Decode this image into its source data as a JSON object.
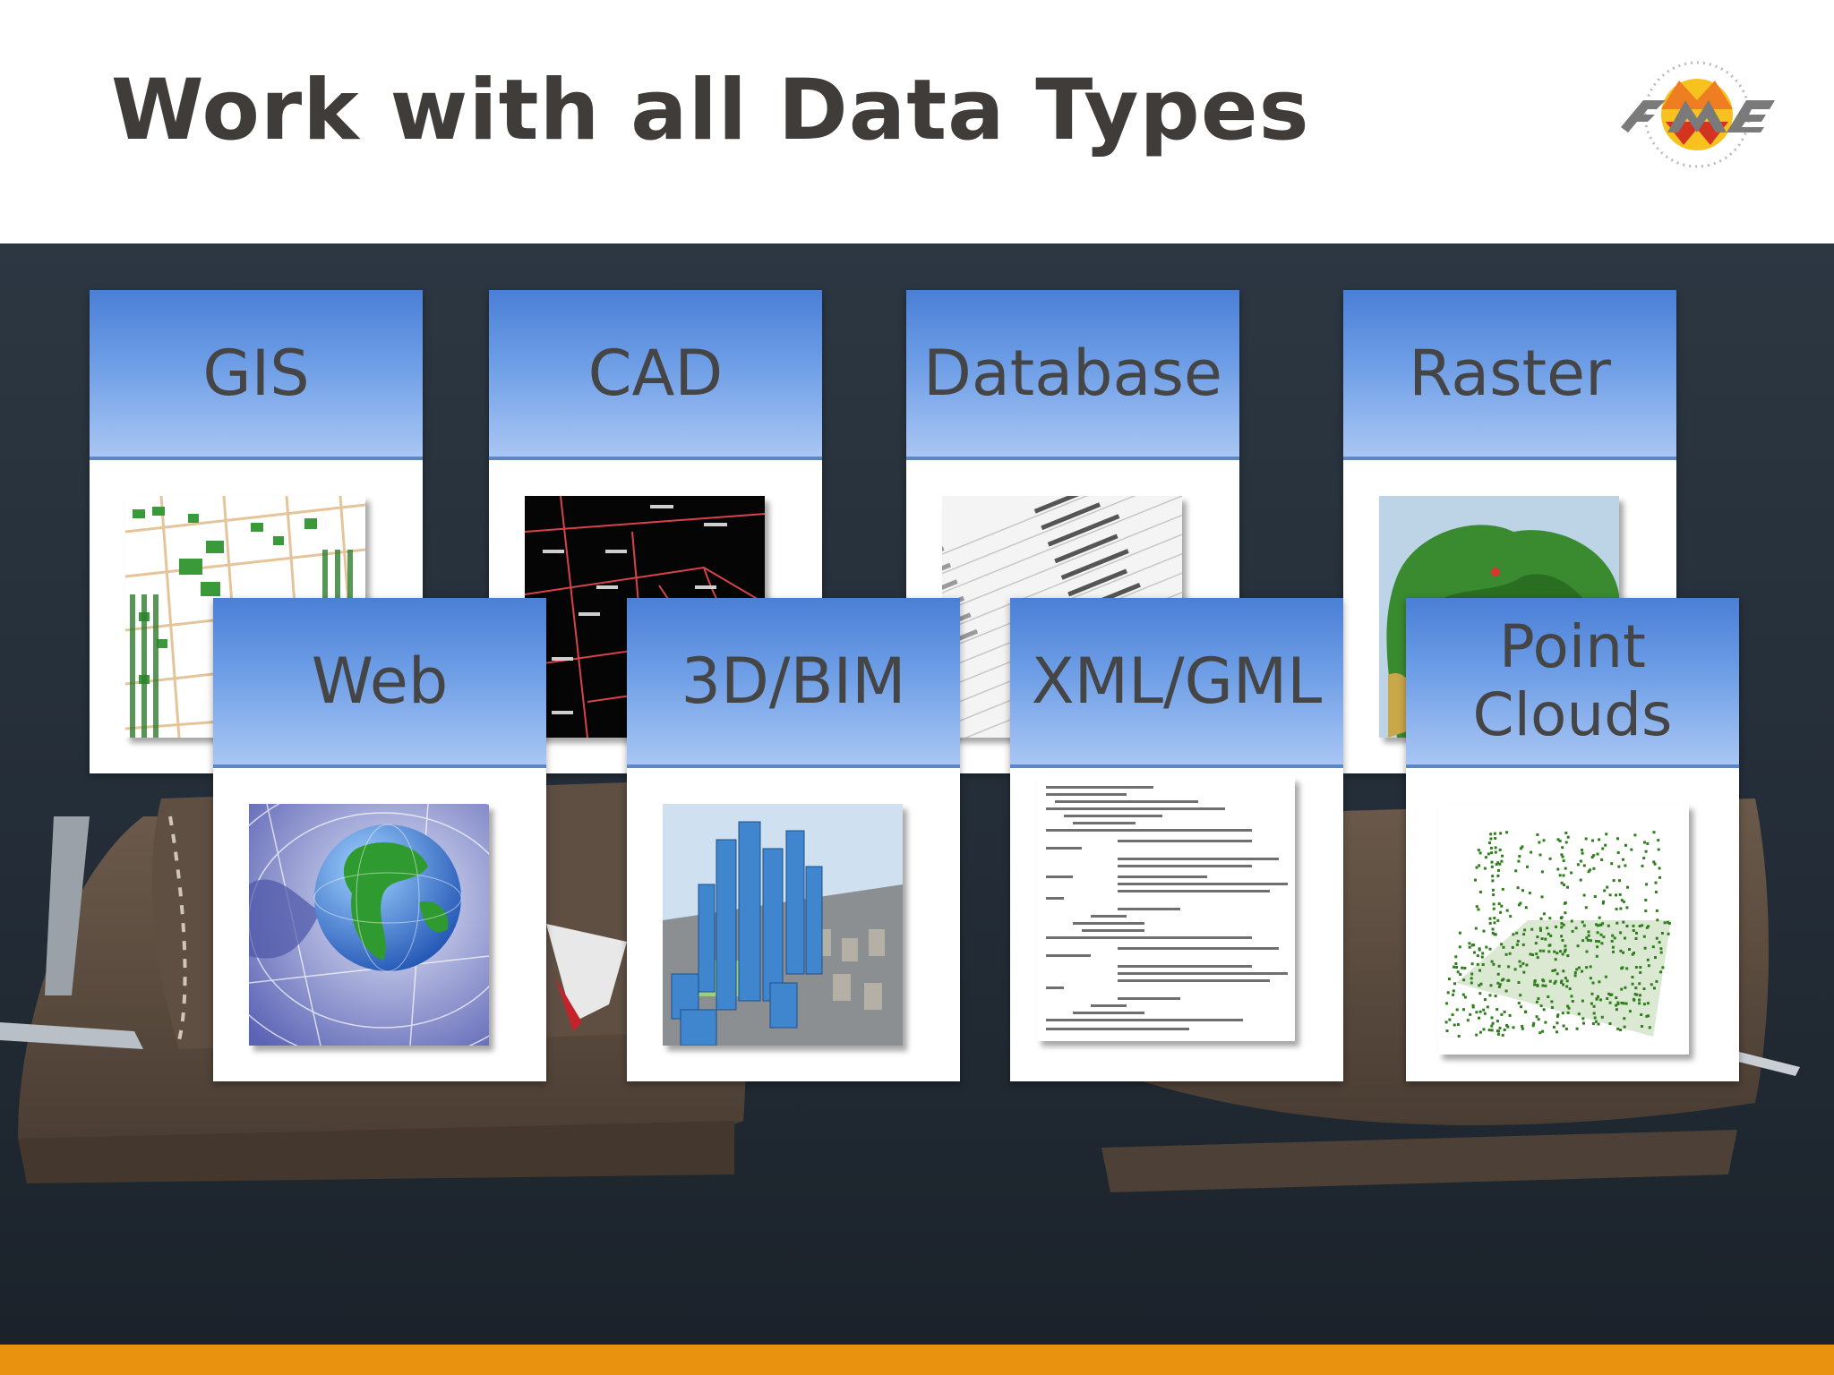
{
  "slide": {
    "title": "Work with all Data Types",
    "logo_text": "FME"
  },
  "colors": {
    "title": "#3f3c39",
    "header_gradient_top": "#4a7fd6",
    "header_gradient_bottom": "#a9c6f4",
    "accent_bar": "#e8920f",
    "photo_background": "#27303a"
  },
  "cards": [
    {
      "label": "GIS",
      "thumbnail": "gis-map-icon"
    },
    {
      "label": "CAD",
      "thumbnail": "cad-parcel-drawing-icon"
    },
    {
      "label": "Database",
      "thumbnail": "database-table-icon"
    },
    {
      "label": "Raster",
      "thumbnail": "raster-map-icon"
    },
    {
      "label": "Web",
      "thumbnail": "globe-icon"
    },
    {
      "label": "3D/BIM",
      "thumbnail": "city-3d-model-icon"
    },
    {
      "label": "XML/GML",
      "thumbnail": "xml-document-icon"
    },
    {
      "label": "Point\nClouds",
      "thumbnail": "point-cloud-icon"
    }
  ]
}
